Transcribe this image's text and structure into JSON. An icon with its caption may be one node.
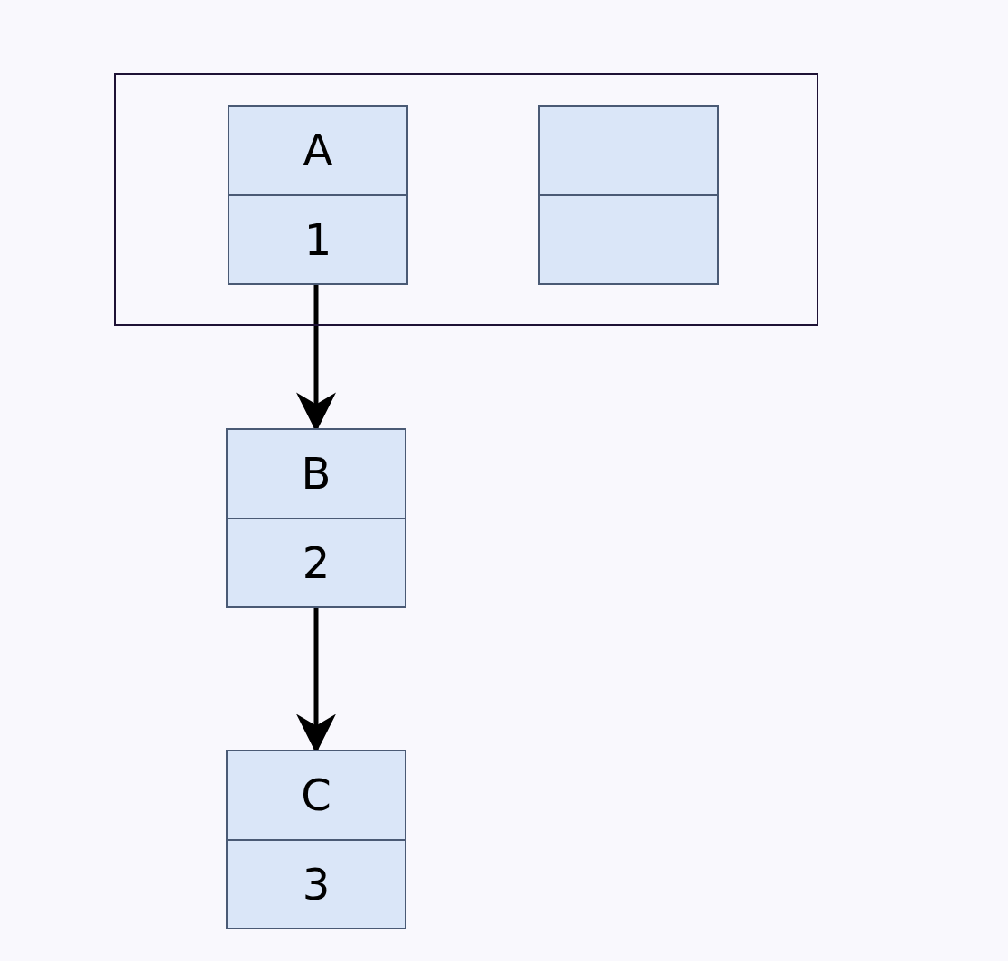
{
  "diagram": {
    "nodes": [
      {
        "text": [],
        "shape": "box"
      },
      {
        "text": [
          "A",
          "1"
        ],
        "in": 0
      },
      {
        "text": [],
        "shape": "box",
        "in": 0
      },
      {
        "text": [
          "B",
          "2"
        ]
      },
      {
        "text": [
          "C",
          "3"
        ]
      }
    ],
    "edges": [
      {
        "from": 1,
        "to": 3,
        "arrow": "to"
      },
      {
        "from": 3,
        "to": 4,
        "arrow": "to"
      }
    ]
  }
}
